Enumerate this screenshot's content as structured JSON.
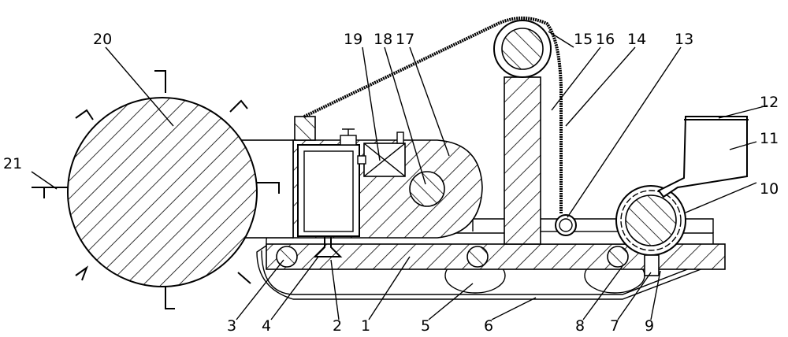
{
  "diagram": {
    "labels": {
      "n1": "1",
      "n2": "2",
      "n3": "3",
      "n4": "4",
      "n5": "5",
      "n6": "6",
      "n7": "7",
      "n8": "8",
      "n9": "9",
      "n10": "10",
      "n11": "11",
      "n12": "12",
      "n13": "13",
      "n14": "14",
      "n15": "15",
      "n16": "16",
      "n17": "17",
      "n18": "18",
      "n19": "19",
      "n20": "20",
      "n21": "21"
    }
  }
}
